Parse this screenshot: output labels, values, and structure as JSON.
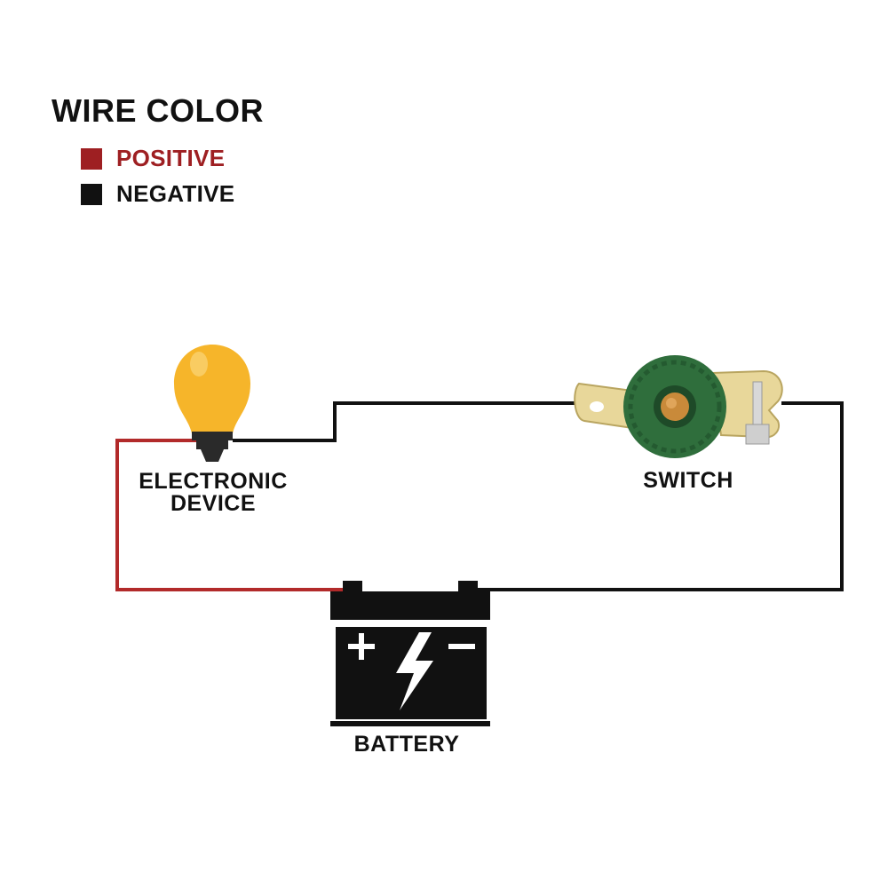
{
  "legend": {
    "title": "WIRE COLOR",
    "items": [
      {
        "label": "POSITIVE",
        "color": "#9e1f22"
      },
      {
        "label": "NEGATIVE",
        "color": "#111111"
      }
    ]
  },
  "components": {
    "device_line1": "ELECTRONIC",
    "device_line2": "DEVICE",
    "switch": "SWITCH",
    "battery": "BATTERY"
  },
  "colors": {
    "positive_wire": "#b22a2a",
    "negative_wire": "#111111",
    "bulb": "#f6b52a",
    "switch_knob": "#2f6e3c",
    "switch_brass": "#e8d79a"
  }
}
